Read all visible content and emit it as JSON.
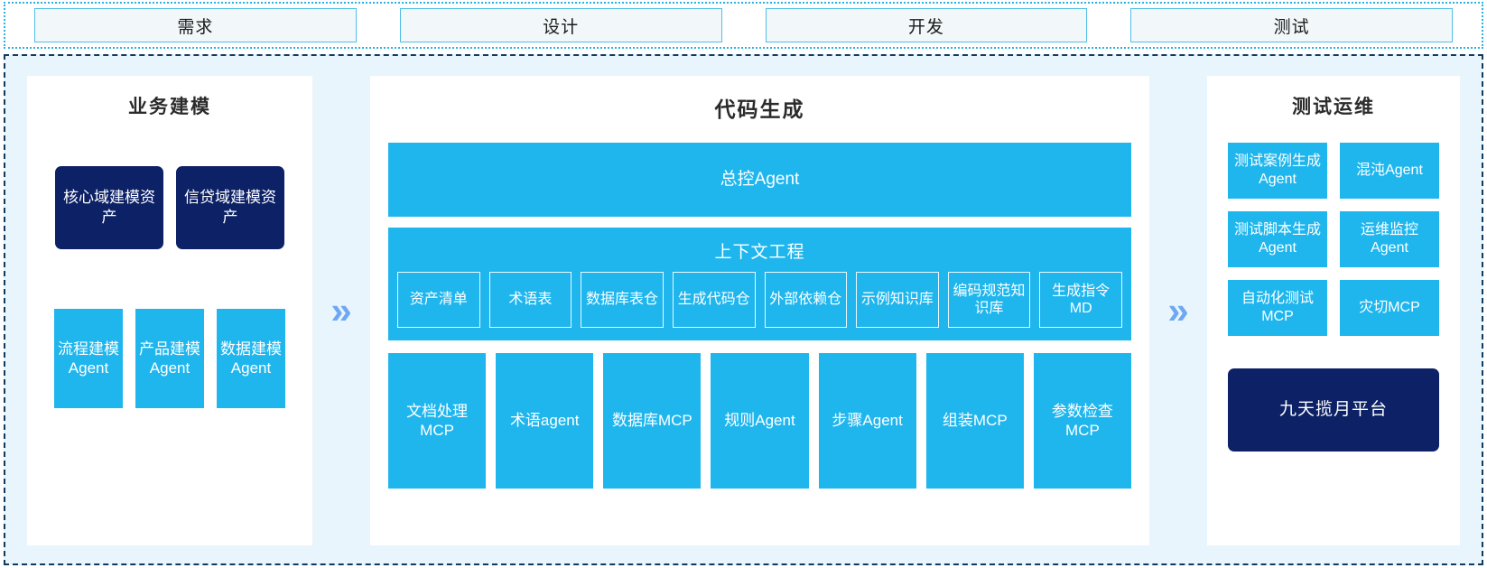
{
  "phases": {
    "items": [
      {
        "label": "需求"
      },
      {
        "label": "设计"
      },
      {
        "label": "开发"
      },
      {
        "label": "测试"
      }
    ]
  },
  "connectors": {
    "left_chevron": "»",
    "right_chevron": "»"
  },
  "colors": {
    "accent_blue": "#1fb6ee",
    "navy": "#0d2166",
    "region_bg": "#e8f5fd",
    "chevron": "#6fa8f2",
    "phase_border": "#51bfe4"
  },
  "panels": {
    "business_modeling": {
      "title": "业务建模",
      "assets": [
        {
          "label": "核心域建模资产"
        },
        {
          "label": "信贷域建模资产"
        }
      ],
      "agents": [
        {
          "label": "流程建模Agent"
        },
        {
          "label": "产品建模Agent"
        },
        {
          "label": "数据建模Agent"
        }
      ]
    },
    "code_generation": {
      "title": "代码生成",
      "controller": {
        "label": "总控Agent"
      },
      "context_engineering": {
        "title": "上下文工程",
        "items": [
          {
            "label": "资产清单"
          },
          {
            "label": "术语表"
          },
          {
            "label": "数据库表仓"
          },
          {
            "label": "生成代码仓"
          },
          {
            "label": "外部依赖仓"
          },
          {
            "label": "示例知识库"
          },
          {
            "label": "编码规范知识库"
          },
          {
            "label": "生成指令MD"
          }
        ]
      },
      "tools": [
        {
          "label": "文档处理MCP"
        },
        {
          "label": "术语agent"
        },
        {
          "label": "数据库MCP"
        },
        {
          "label": "规则Agent"
        },
        {
          "label": "步骤Agent"
        },
        {
          "label": "组装MCP"
        },
        {
          "label": "参数检查MCP"
        }
      ]
    },
    "test_ops": {
      "title": "测试运维",
      "agents": [
        {
          "label": "测试案例生成Agent"
        },
        {
          "label": "混沌Agent"
        },
        {
          "label": "测试脚本生成Agent"
        },
        {
          "label": "运维监控Agent"
        },
        {
          "label": "自动化测试MCP"
        },
        {
          "label": "灾切MCP"
        }
      ],
      "platform": {
        "label": "九天揽月平台"
      }
    }
  }
}
